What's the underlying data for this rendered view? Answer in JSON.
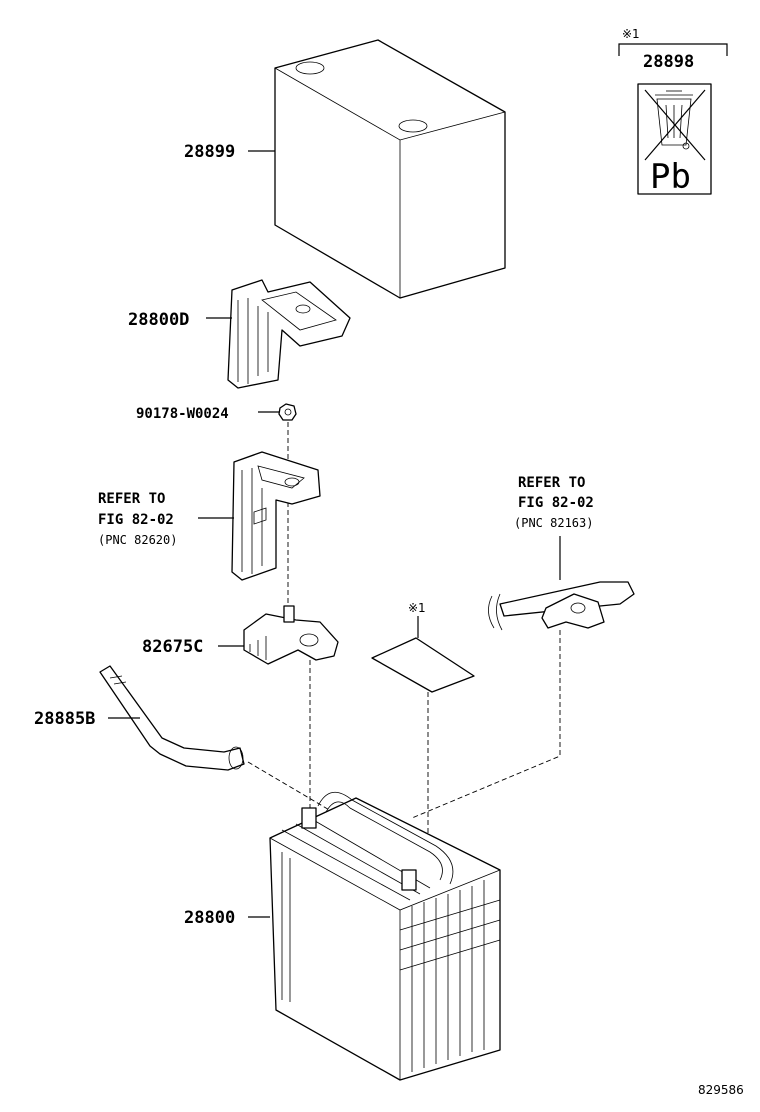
{
  "diagram": {
    "labels": {
      "cover": "28899",
      "label_part": "28898",
      "label_note": "※1",
      "label_glyph": "Pb",
      "terminal_cover": "28800D",
      "nut": "90178-W0024",
      "refer_left_1": "REFER TO",
      "refer_left_2": "FIG 82-02",
      "refer_left_3": "(PNC 82620)",
      "refer_right_1": "REFER TO",
      "refer_right_2": "FIG 82-02",
      "refer_right_3": "(PNC 82163)",
      "terminal": "82675C",
      "note_sheet": "※1",
      "hose": "28885B",
      "battery": "28800",
      "figure_id": "829586"
    }
  }
}
